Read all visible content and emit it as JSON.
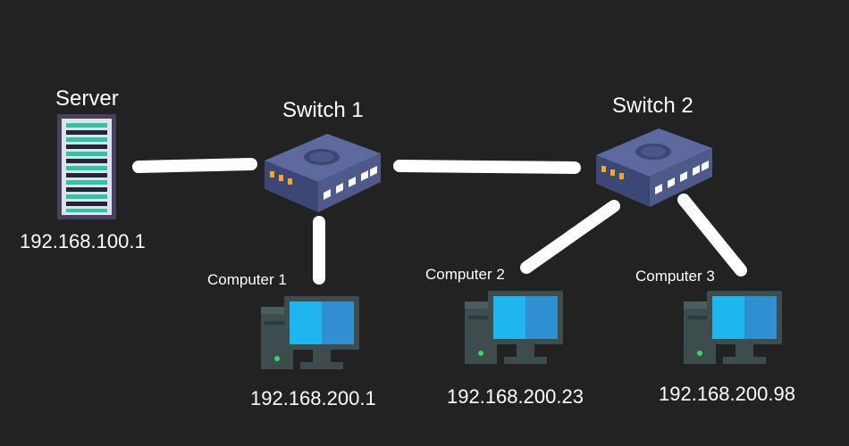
{
  "colors": {
    "background": "#222222",
    "link": "#ffffff",
    "screen": "#1fb6f0",
    "screen_dark": "#2f8fd0",
    "case": "#3d4d4d",
    "case_dark": "#2e3b3b",
    "switch_body": "#4d5a8a",
    "server_accent": "#2ec4a6",
    "led_green": "#3cd36b",
    "led_orange": "#f5a623"
  },
  "nodes": {
    "server": {
      "name": "Server",
      "ip": "192.168.100.1",
      "icon": "server-rack-icon"
    },
    "switch1": {
      "name": "Switch 1",
      "icon": "network-switch-icon"
    },
    "switch2": {
      "name": "Switch 2",
      "icon": "network-switch-icon"
    },
    "computer1": {
      "name": "Computer 1",
      "ip": "192.168.200.1",
      "icon": "desktop-computer-icon"
    },
    "computer2": {
      "name": "Computer 2",
      "ip": "192.168.200.23",
      "icon": "desktop-computer-icon"
    },
    "computer3": {
      "name": "Computer 3",
      "ip": "192.168.200.98",
      "icon": "desktop-computer-icon"
    }
  }
}
